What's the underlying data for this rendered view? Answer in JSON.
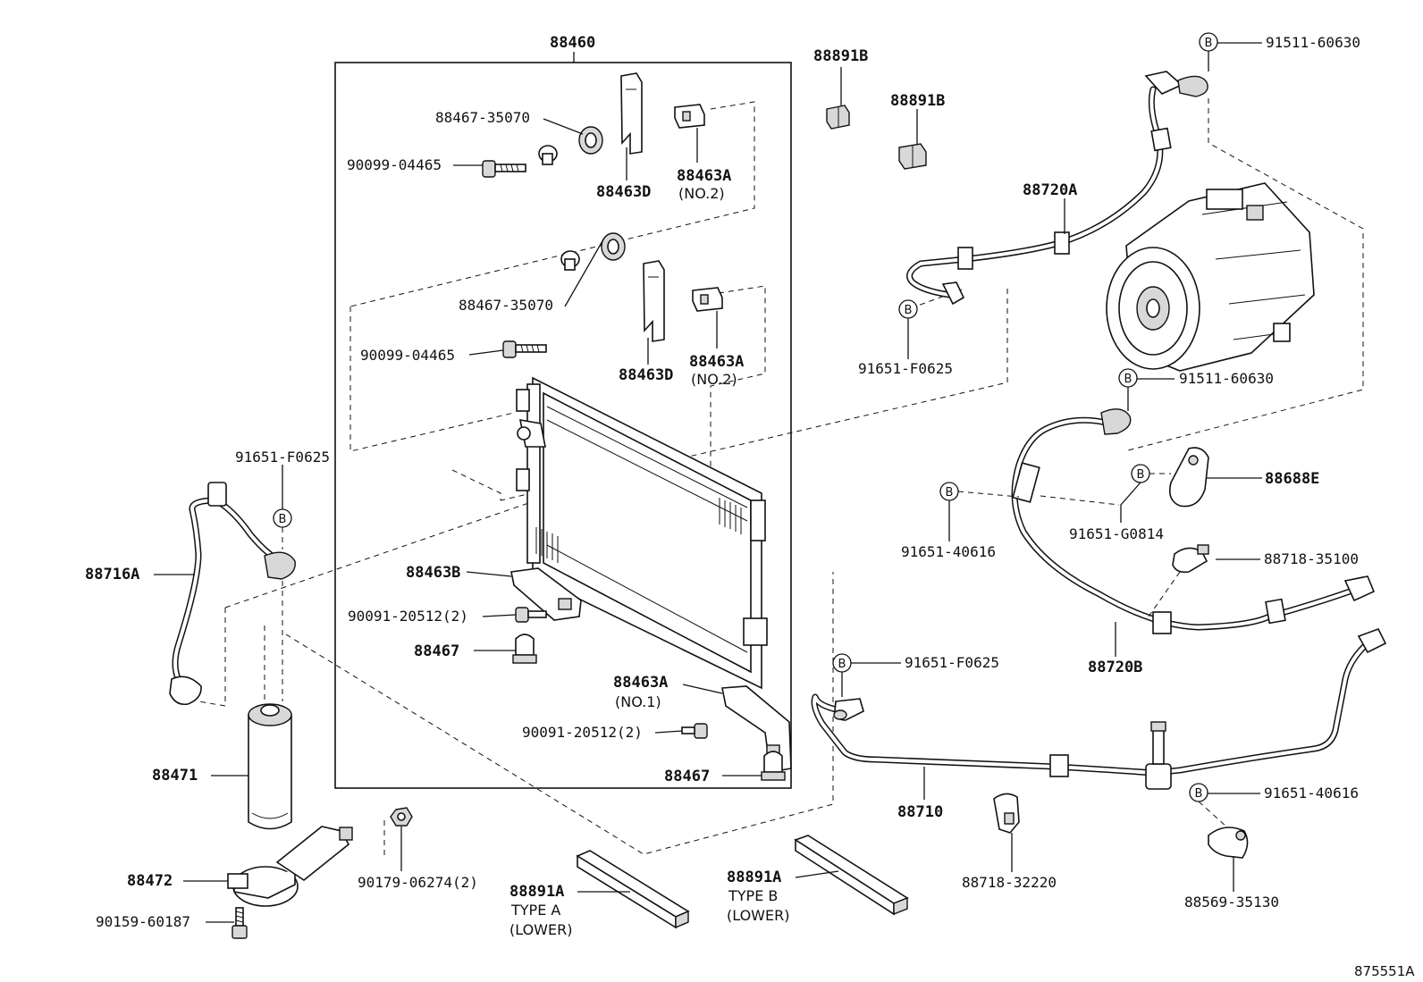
{
  "diagram_id": "875551A",
  "bolt_marker": "B",
  "labels": {
    "condenser_assy": "88460",
    "cushion_88891B_1": "88891B",
    "cushion_88891B_2": "88891B",
    "bolt_top_right": "91511-60630",
    "bolt_mid_right": "91511-60630",
    "damper_top": "88467-35070",
    "damper_mid": "88467-35070",
    "screw_top": "90099-04465",
    "screw_mid": "90099-04465",
    "bracket_d_top": "88463D",
    "bracket_d_mid": "88463D",
    "bracket_a2_top": "88463A",
    "bracket_a2_top_note": "(NO.2)",
    "bracket_a2_mid": "88463A",
    "bracket_a2_mid_note": "(NO.2)",
    "hose_discharge": "88720A",
    "bolt_f0625_hose": "91651-F0625",
    "bolt_f0625_left": "91651-F0625",
    "bolt_f0625_tube": "91651-F0625",
    "tube_88716A": "88716A",
    "clamp_88688E": "88688E",
    "bolt_g0814": "91651-G0814",
    "bolt_40616_mid": "91651-40616",
    "bolt_40616_low": "91651-40616",
    "clamp_35100": "88718-35100",
    "bracket_b": "88463B",
    "bolt_20512_a": "90091-20512(2)",
    "bolt_20512_b": "90091-20512(2)",
    "grommet_1": "88467",
    "grommet_2": "88467",
    "bracket_a1": "88463A",
    "bracket_a1_note": "(NO.1)",
    "hose_suction": "88720B",
    "receiver": "88471",
    "bracket_receiver": "88472",
    "bolt_60187": "90159-60187",
    "nut_06274": "90179-06274(2)",
    "cushion_a": "88891A",
    "cushion_a_type": "TYPE A",
    "cushion_a_pos": "(LOWER)",
    "cushion_b": "88891A",
    "cushion_b_type": "TYPE B",
    "cushion_b_pos": "(LOWER)",
    "tube_liquid": "88710",
    "clamp_32220": "88718-32220",
    "clamp_35130": "88569-35130"
  }
}
